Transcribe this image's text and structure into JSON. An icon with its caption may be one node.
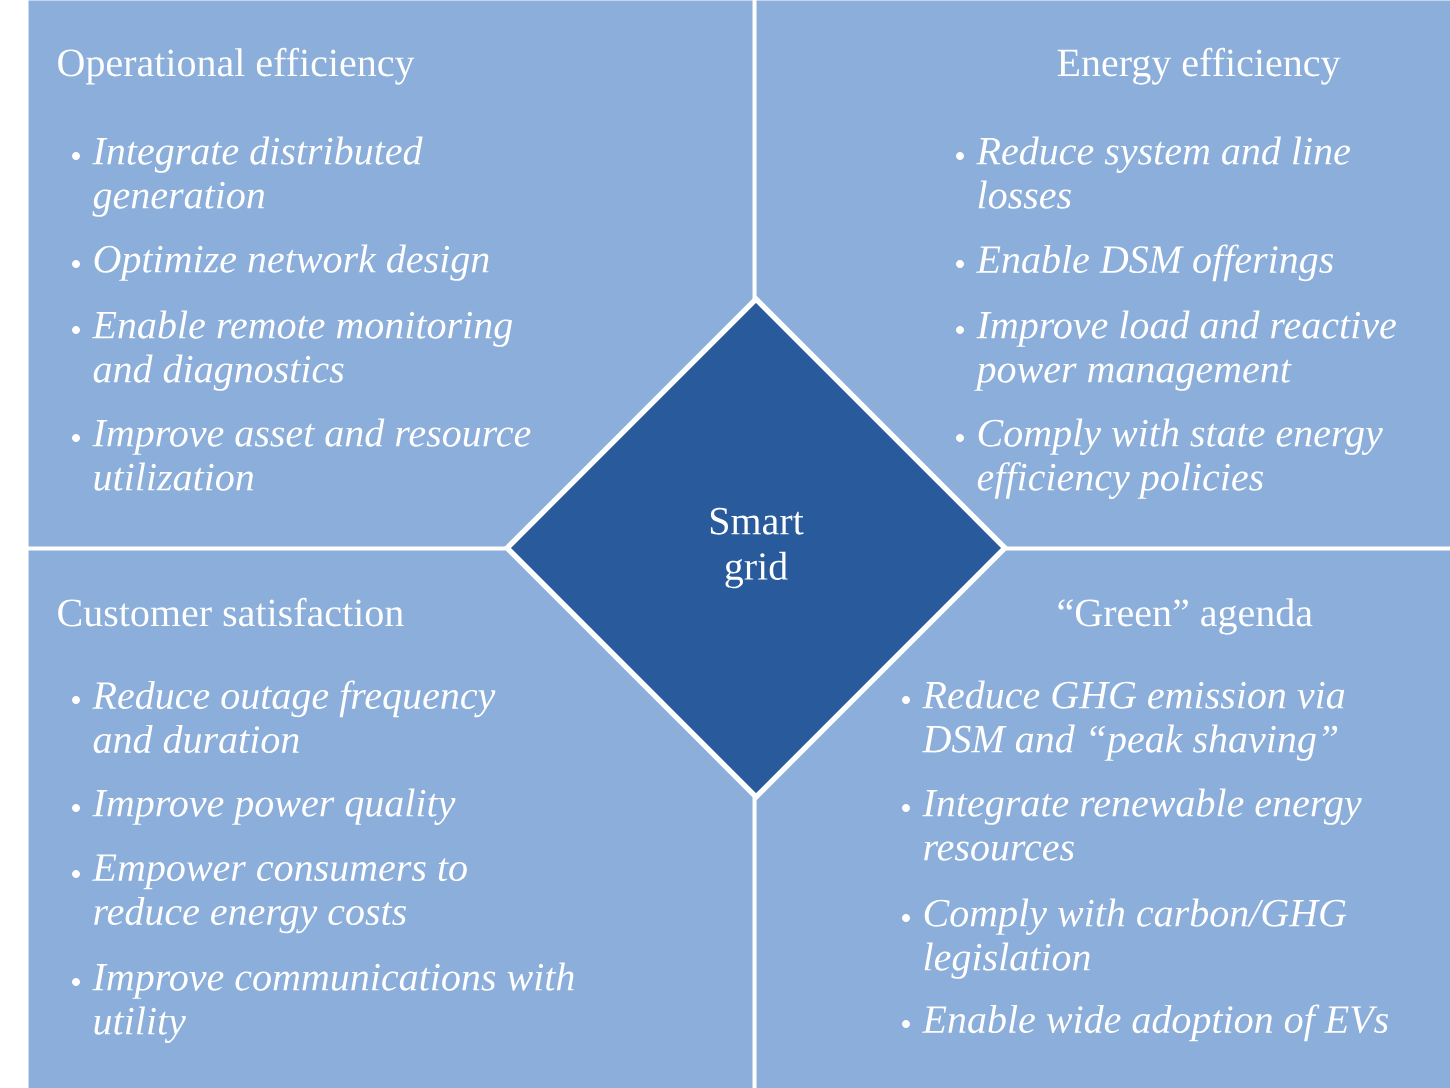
{
  "diagram": {
    "nodes": [
      {
        "text": [
          "Operational efficiency",
          "Integrate distributed generation",
          "Optimize network design",
          "Enable remote monitoring and diagnostics",
          "Improve asset and resource utilization"
        ]
      },
      {
        "text": [
          "Energy efficiency",
          "Reduce system and line losses",
          "Enable DSM offerings",
          "Improve load and reactive power management",
          "Comply with state energy efficiency policies"
        ]
      },
      {
        "text": [
          "Customer satisfaction",
          "Reduce outage frequency and duration",
          "Improve power quality",
          "Empower consumers to reduce energy costs",
          "Improve communications with utility"
        ]
      },
      {
        "text": [
          "“Green” agenda",
          "Reduce GHG emission via DSM and “peak shaving”",
          "Integrate renewable energy resources",
          "Comply with carbon/GHG legislation",
          "Enable wide adoption of EVs"
        ]
      },
      {
        "text": [
          "Smart grid"
        ]
      }
    ]
  }
}
